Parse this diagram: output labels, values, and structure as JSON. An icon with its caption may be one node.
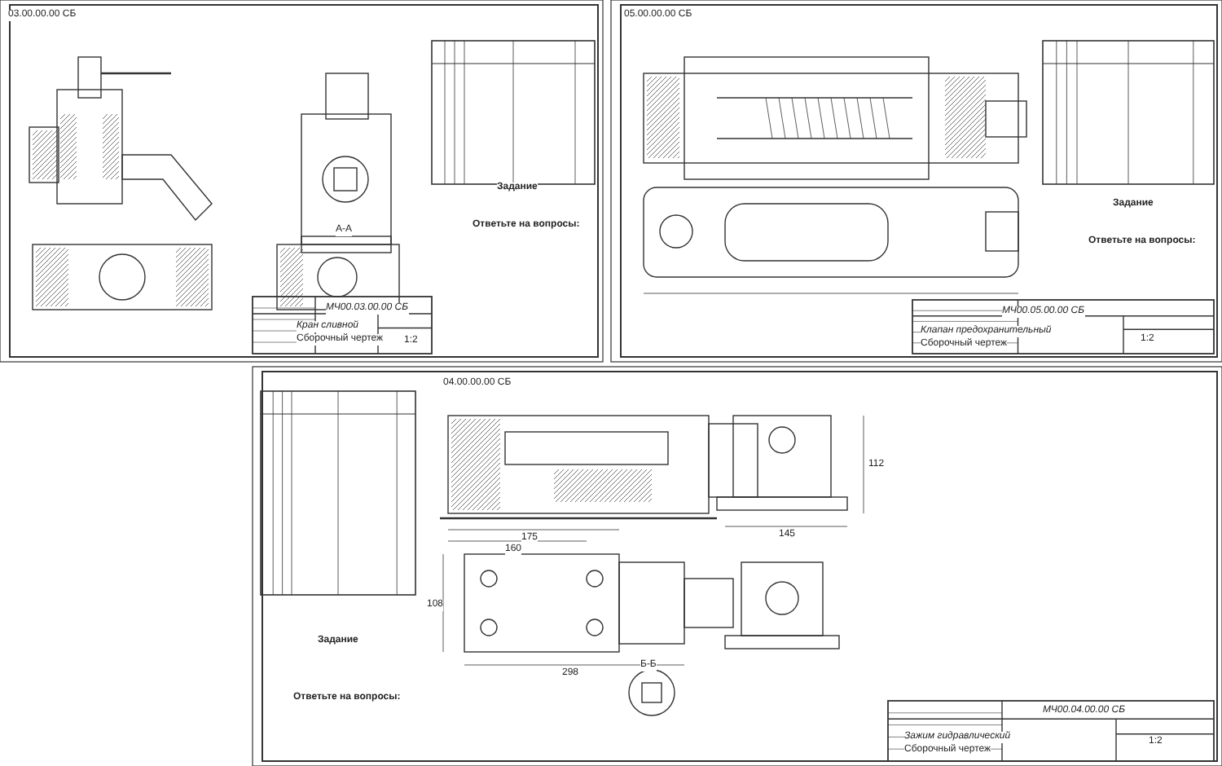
{
  "diagram": {
    "labels": [
      "03.00.00.00 СБ",
      "А-А",
      "МЧ00.03.00.00 СБ",
      "Кран сливной",
      "Сборочный чертеж",
      "1:2",
      "Задание",
      "Ответьте на вопросы:",
      "05.00.00.00 СБ",
      "МЧ00.05.00.00 СБ",
      "Клапан предохранительный",
      "Сборочный чертеж",
      "1:2",
      "Задание",
      "Ответьте на вопросы:",
      "04.00.00.00 СБ",
      "175",
      "160",
      "145",
      "112",
      "108",
      "298",
      "Б-Б",
      "МЧ00.04.00.00 СБ",
      "Зажим гидравлический",
      "Сборочный чертеж",
      "1:2",
      "Задание",
      "Ответьте на вопросы:"
    ]
  }
}
